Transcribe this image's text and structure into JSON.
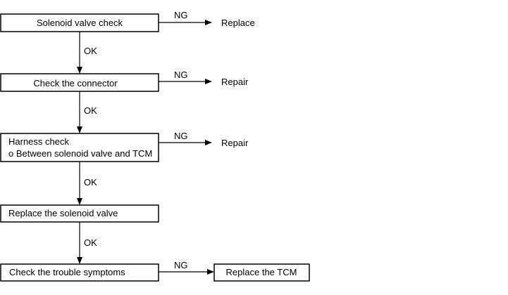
{
  "flowchart": {
    "steps": [
      {
        "label": "Solenoid valve check"
      },
      {
        "label": "Check the connector"
      },
      {
        "label": "Harness check",
        "sublabel": "o Between solenoid valve and TCM"
      },
      {
        "label": "Replace the solenoid valve"
      },
      {
        "label": "Check the trouble symptoms"
      }
    ],
    "ok_labels": [
      "OK",
      "OK",
      "OK",
      "OK"
    ],
    "ng_branches": [
      {
        "condition": "NG",
        "action": "Replace"
      },
      {
        "condition": "NG",
        "action": "Repair"
      },
      {
        "condition": "NG",
        "action": "Repair"
      },
      {
        "condition": "NG",
        "action": "Replace the TCM"
      }
    ]
  },
  "colors": {
    "line": "#000000",
    "background": "#ffffff"
  }
}
